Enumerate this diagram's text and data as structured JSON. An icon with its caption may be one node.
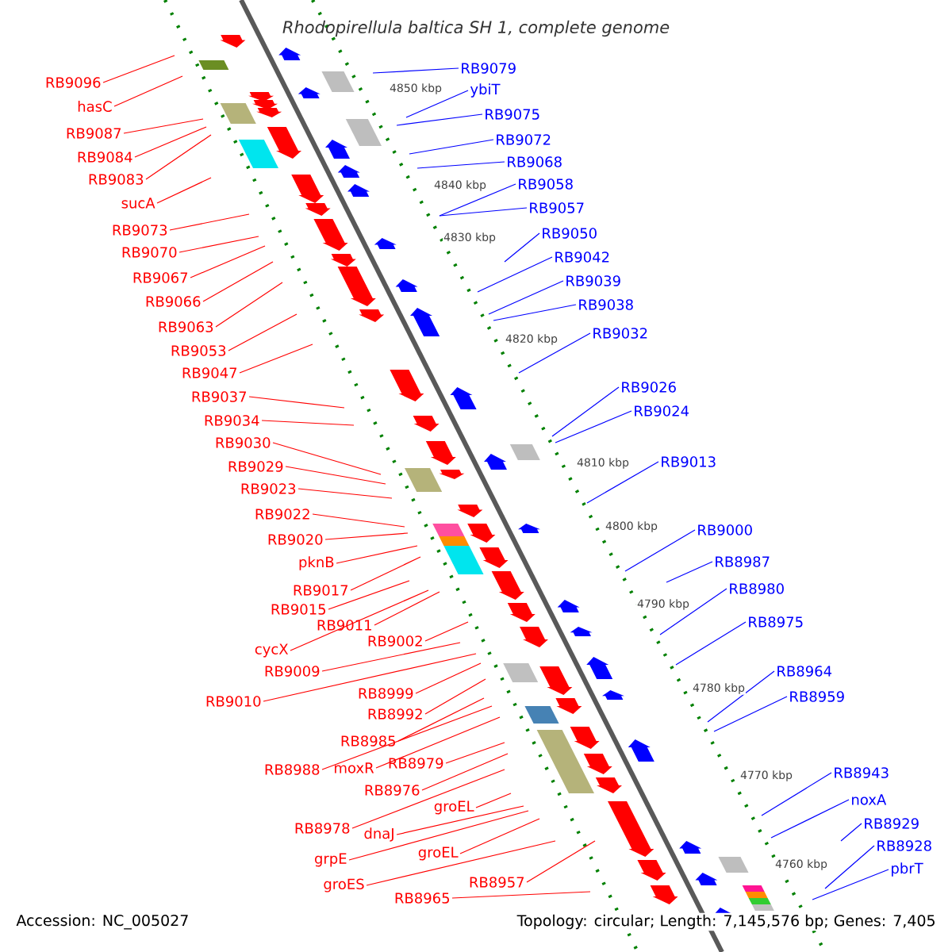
{
  "diagram": {
    "title": "Rhodopirellula baltica SH 1, complete genome",
    "nodes": [
      {
        "text": [
          "RB9096"
        ]
      },
      {
        "text": [
          "hasC"
        ]
      },
      {
        "text": [
          "RB9087"
        ]
      },
      {
        "text": [
          "RB9084"
        ]
      },
      {
        "text": [
          "RB9083"
        ]
      },
      {
        "text": [
          "sucA"
        ]
      },
      {
        "text": [
          "RB9073"
        ]
      },
      {
        "text": [
          "RB9070"
        ]
      },
      {
        "text": [
          "RB9067"
        ]
      },
      {
        "text": [
          "RB9066"
        ]
      },
      {
        "text": [
          "RB9063"
        ]
      },
      {
        "text": [
          "RB9053"
        ]
      },
      {
        "text": [
          "RB9047"
        ]
      },
      {
        "text": [
          "RB9037"
        ]
      },
      {
        "text": [
          "RB9034"
        ]
      },
      {
        "text": [
          "RB9030"
        ]
      },
      {
        "text": [
          "RB9029"
        ]
      },
      {
        "text": [
          "RB9023"
        ]
      },
      {
        "text": [
          "RB9022"
        ]
      },
      {
        "text": [
          "RB9020"
        ]
      },
      {
        "text": [
          "pknB"
        ]
      },
      {
        "text": [
          "RB9017"
        ]
      },
      {
        "text": [
          "RB9015"
        ]
      },
      {
        "text": [
          "RB9011"
        ]
      },
      {
        "text": [
          "cycX"
        ]
      },
      {
        "text": [
          "RB9009"
        ]
      },
      {
        "text": [
          "RB9002"
        ]
      },
      {
        "text": [
          "RB9010"
        ]
      },
      {
        "text": [
          "RB8999"
        ]
      },
      {
        "text": [
          "RB8992"
        ]
      },
      {
        "text": [
          "RB8985"
        ]
      },
      {
        "text": [
          "RB8988"
        ]
      },
      {
        "text": [
          "moxR"
        ]
      },
      {
        "text": [
          "RB8979"
        ]
      },
      {
        "text": [
          "RB8976"
        ]
      },
      {
        "text": [
          "RB8978"
        ]
      },
      {
        "text": [
          "dnaJ"
        ]
      },
      {
        "text": [
          "groEL"
        ]
      },
      {
        "text": [
          "grpE"
        ]
      },
      {
        "text": [
          "groEL"
        ]
      },
      {
        "text": [
          "groES"
        ]
      },
      {
        "text": [
          "RB8965"
        ]
      },
      {
        "text": [
          "RB8957"
        ]
      },
      {
        "text": [
          "RB9079"
        ]
      },
      {
        "text": [
          "ybiT"
        ]
      },
      {
        "text": [
          "RB9075"
        ]
      },
      {
        "text": [
          "RB9072"
        ]
      },
      {
        "text": [
          "RB9068"
        ]
      },
      {
        "text": [
          "RB9058"
        ]
      },
      {
        "text": [
          "RB9057"
        ]
      },
      {
        "text": [
          "RB9050"
        ]
      },
      {
        "text": [
          "RB9042"
        ]
      },
      {
        "text": [
          "RB9039"
        ]
      },
      {
        "text": [
          "RB9038"
        ]
      },
      {
        "text": [
          "RB9032"
        ]
      },
      {
        "text": [
          "RB9026"
        ]
      },
      {
        "text": [
          "RB9024"
        ]
      },
      {
        "text": [
          "RB9013"
        ]
      },
      {
        "text": [
          "RB9000"
        ]
      },
      {
        "text": [
          "RB8987"
        ]
      },
      {
        "text": [
          "RB8980"
        ]
      },
      {
        "text": [
          "RB8975"
        ]
      },
      {
        "text": [
          "RB8964"
        ]
      },
      {
        "text": [
          "RB8959"
        ]
      },
      {
        "text": [
          "RB8943"
        ]
      },
      {
        "text": [
          "noxA"
        ]
      },
      {
        "text": [
          "RB8929"
        ]
      },
      {
        "text": [
          "RB8928"
        ]
      },
      {
        "text": [
          "pbrT"
        ]
      }
    ],
    "edges": [
      {
        "from": 0,
        "to": null,
        "arrow": "none"
      },
      {
        "from": 1,
        "to": null,
        "arrow": "none"
      },
      {
        "from": 2,
        "to": null,
        "arrow": "none"
      },
      {
        "from": 3,
        "to": null,
        "arrow": "none"
      },
      {
        "from": 4,
        "to": null,
        "arrow": "none"
      },
      {
        "from": 5,
        "to": null,
        "arrow": "none"
      },
      {
        "from": 6,
        "to": null,
        "arrow": "none"
      },
      {
        "from": 7,
        "to": null,
        "arrow": "none"
      },
      {
        "from": 8,
        "to": null,
        "arrow": "none"
      },
      {
        "from": 9,
        "to": null,
        "arrow": "none"
      },
      {
        "from": 10,
        "to": null,
        "arrow": "none"
      },
      {
        "from": 11,
        "to": null,
        "arrow": "none"
      },
      {
        "from": 12,
        "to": null,
        "arrow": "none"
      },
      {
        "from": 13,
        "to": null,
        "arrow": "none"
      },
      {
        "from": 14,
        "to": null,
        "arrow": "none"
      },
      {
        "from": 15,
        "to": null,
        "arrow": "none"
      },
      {
        "from": 16,
        "to": null,
        "arrow": "none"
      },
      {
        "from": 17,
        "to": null,
        "arrow": "none"
      },
      {
        "from": 18,
        "to": null,
        "arrow": "none"
      },
      {
        "from": 19,
        "to": null,
        "arrow": "none"
      },
      {
        "from": 20,
        "to": null,
        "arrow": "none"
      },
      {
        "from": 21,
        "to": null,
        "arrow": "none"
      },
      {
        "from": 22,
        "to": null,
        "arrow": "none"
      },
      {
        "from": 23,
        "to": null,
        "arrow": "none"
      },
      {
        "from": 24,
        "to": null,
        "arrow": "none"
      },
      {
        "from": 25,
        "to": null,
        "arrow": "none"
      },
      {
        "from": 26,
        "to": null,
        "arrow": "none"
      },
      {
        "from": 27,
        "to": null,
        "arrow": "none"
      },
      {
        "from": 28,
        "to": null,
        "arrow": "none"
      },
      {
        "from": 29,
        "to": null,
        "arrow": "none"
      },
      {
        "from": 30,
        "to": null,
        "arrow": "none"
      },
      {
        "from": 31,
        "to": null,
        "arrow": "none"
      },
      {
        "from": 32,
        "to": null,
        "arrow": "none"
      },
      {
        "from": 33,
        "to": null,
        "arrow": "none"
      },
      {
        "from": 34,
        "to": null,
        "arrow": "none"
      },
      {
        "from": 35,
        "to": null,
        "arrow": "none"
      },
      {
        "from": 36,
        "to": null,
        "arrow": "none"
      },
      {
        "from": 37,
        "to": null,
        "arrow": "none"
      },
      {
        "from": 38,
        "to": null,
        "arrow": "none"
      },
      {
        "from": 39,
        "to": null,
        "arrow": "none"
      },
      {
        "from": 40,
        "to": null,
        "arrow": "none"
      },
      {
        "from": 41,
        "to": null,
        "arrow": "none"
      },
      {
        "from": 42,
        "to": null,
        "arrow": "none"
      },
      {
        "from": 43,
        "to": null,
        "arrow": "none",
        "color": "#0000ff"
      },
      {
        "from": 44,
        "to": null,
        "arrow": "none",
        "color": "#0000ff"
      },
      {
        "from": 45,
        "to": null,
        "arrow": "none",
        "color": "#0000ff"
      },
      {
        "from": 46,
        "to": null,
        "arrow": "none",
        "color": "#0000ff"
      },
      {
        "from": 47,
        "to": null,
        "arrow": "none",
        "color": "#0000ff"
      },
      {
        "from": 48,
        "to": null,
        "arrow": "none",
        "color": "#0000ff"
      },
      {
        "from": 49,
        "to": null,
        "arrow": "none",
        "color": "#0000ff"
      },
      {
        "from": 50,
        "to": null,
        "arrow": "none",
        "color": "#0000ff"
      },
      {
        "from": 51,
        "to": null,
        "arrow": "none",
        "color": "#0000ff"
      },
      {
        "from": 52,
        "to": null,
        "arrow": "none",
        "color": "#0000ff"
      },
      {
        "from": 53,
        "to": null,
        "arrow": "none",
        "color": "#0000ff"
      },
      {
        "from": 54,
        "to": null,
        "arrow": "none",
        "color": "#0000ff"
      },
      {
        "from": 55,
        "to": null,
        "arrow": "none",
        "color": "#0000ff"
      },
      {
        "from": 56,
        "to": null,
        "arrow": "none",
        "color": "#0000ff"
      },
      {
        "from": 57,
        "to": null,
        "arrow": "none",
        "color": "#0000ff"
      },
      {
        "from": 58,
        "to": null,
        "arrow": "none",
        "color": "#0000ff"
      },
      {
        "from": 59,
        "to": null,
        "arrow": "none",
        "color": "#0000ff"
      },
      {
        "from": 60,
        "to": null,
        "arrow": "none",
        "color": "#0000ff"
      },
      {
        "from": 61,
        "to": null,
        "arrow": "none",
        "color": "#0000ff"
      },
      {
        "from": 62,
        "to": null,
        "arrow": "none",
        "color": "#0000ff"
      },
      {
        "from": 63,
        "to": null,
        "arrow": "none",
        "color": "#0000ff"
      },
      {
        "from": 64,
        "to": null,
        "arrow": "none",
        "color": "#0000ff"
      },
      {
        "from": 65,
        "to": null,
        "arrow": "none",
        "color": "#0000ff"
      },
      {
        "from": 66,
        "to": null,
        "arrow": "none",
        "color": "#0000ff"
      },
      {
        "from": 67,
        "to": null,
        "arrow": "none",
        "color": "#0000ff"
      },
      {
        "from": 68,
        "to": null,
        "arrow": "none",
        "color": "#0000ff"
      }
    ],
    "labels": [
      "4850 kbp",
      "4840 kbp",
      "4830 kbp",
      "4820 kbp",
      "4810 kbp",
      "4800 kbp",
      "4790 kbp",
      "4780 kbp",
      "4770 kbp",
      "4760 kbp",
      "Accession: NC_005027",
      "Topology: circular; Length: 7,145,576 bp; Genes: 7,405"
    ]
  }
}
